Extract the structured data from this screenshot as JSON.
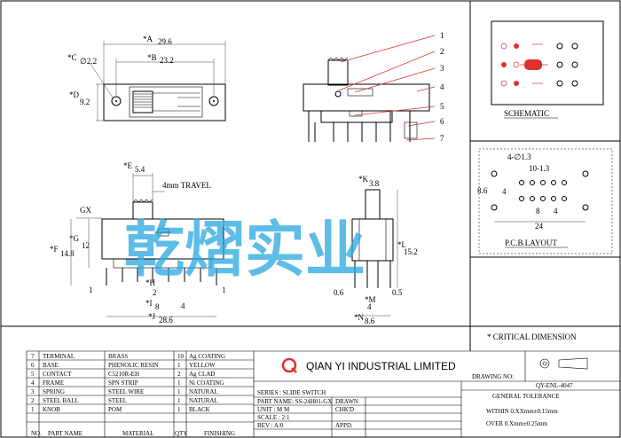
{
  "top_view": {
    "dim_a": "*A",
    "dim_a_val": "29.6",
    "dim_b": "*B",
    "dim_b_val": "23.2",
    "dim_c": "*C",
    "dim_c_val": "∅2.2",
    "dim_d": "*D",
    "dim_d_val": "9.2"
  },
  "front_view": {
    "dim_e": "*E",
    "dim_e_val": "5.4",
    "travel": "4mm  TRAVEL",
    "gx": "GX",
    "dim_g": "*G",
    "dim_g_val": "12",
    "dim_f": "*F",
    "dim_f_val": "14.8",
    "dim_1": "1",
    "dim_2": "2",
    "dim_h": "*H",
    "dim_8": "8",
    "dim_4": "4",
    "dim_1b": "1",
    "dim_i": "*I",
    "dim_i_val": "8",
    "dim_j": "*J",
    "dim_j_val": "28.6"
  },
  "side_view": {
    "dim_k": "*K",
    "dim_k_val": "3.8",
    "dim_l": "*L",
    "dim_l_val": "15.2",
    "dim_06": "0.6",
    "dim_05": "0.5",
    "dim_m": "*M",
    "dim_m_val": "4",
    "dim_n": "*N",
    "dim_n_val": "8.6"
  },
  "callouts": [
    "1",
    "2",
    "3",
    "4",
    "5",
    "6",
    "7"
  ],
  "schematic": {
    "label": "SCHEMATIC"
  },
  "pcb": {
    "hole": "4-∅1.3",
    "pitch": "10-1.3",
    "d86": "8.6",
    "d4a": "4",
    "d8": "8",
    "d4b": "4",
    "d24": "24",
    "label": "P.C.B.LAYOUT"
  },
  "critical": "* CRITICAL  DIMENSION",
  "watermark": "乾熠实业",
  "company": {
    "name": "QIAN  YI  INDUSTRIAL  LIMITED",
    "logo_letter": "Q"
  },
  "drawing_no_label": "DRAWING NO:",
  "drawing_no": "QY-ENL-4047",
  "tolerance": {
    "title": "GENERAL TOLERANCE",
    "within": "WITHIN  0.XXmm±0.15mm",
    "over": "OVER    0.Xmm±0.25mm"
  },
  "info": {
    "series": "SERIES : SLIDE SWITCH",
    "part_name": "PART NAME: SS-24H01-GX",
    "unit": "UNIT : M M",
    "scale": "SCALE : 2:1",
    "rev": "REV   : A/0",
    "drawn": "DRAWN",
    "chkd": "CHK'D",
    "appd": "APPD."
  },
  "bom": [
    {
      "no": "7",
      "part": "TERMINAL",
      "material": "BRASS",
      "qty": "10",
      "finishing": "Ag COATING"
    },
    {
      "no": "6",
      "part": "BASE",
      "material": "PHENOLIC RESIN",
      "qty": "1",
      "finishing": "YELLOW"
    },
    {
      "no": "5",
      "part": "CONTACT",
      "material": "C5210R-EH",
      "qty": "2",
      "finishing": "Ag CLAD"
    },
    {
      "no": "4",
      "part": "FRAME",
      "material": "SPN STRIP",
      "qty": "1",
      "finishing": "Ni COATING"
    },
    {
      "no": "3",
      "part": "SPRING",
      "material": "STEEL WIRE",
      "qty": "1",
      "finishing": "NATURAL"
    },
    {
      "no": "2",
      "part": "STEEL BALL",
      "material": "STEEL",
      "qty": "1",
      "finishing": "NATURAL"
    },
    {
      "no": "1",
      "part": "KNOB",
      "material": "POM",
      "qty": "1",
      "finishing": "BLACK"
    }
  ],
  "bom_header": {
    "no": "NO.",
    "part": "PART NAME",
    "material": "MATERIAL",
    "qty": "QTY",
    "finishing": "FINISHING"
  }
}
